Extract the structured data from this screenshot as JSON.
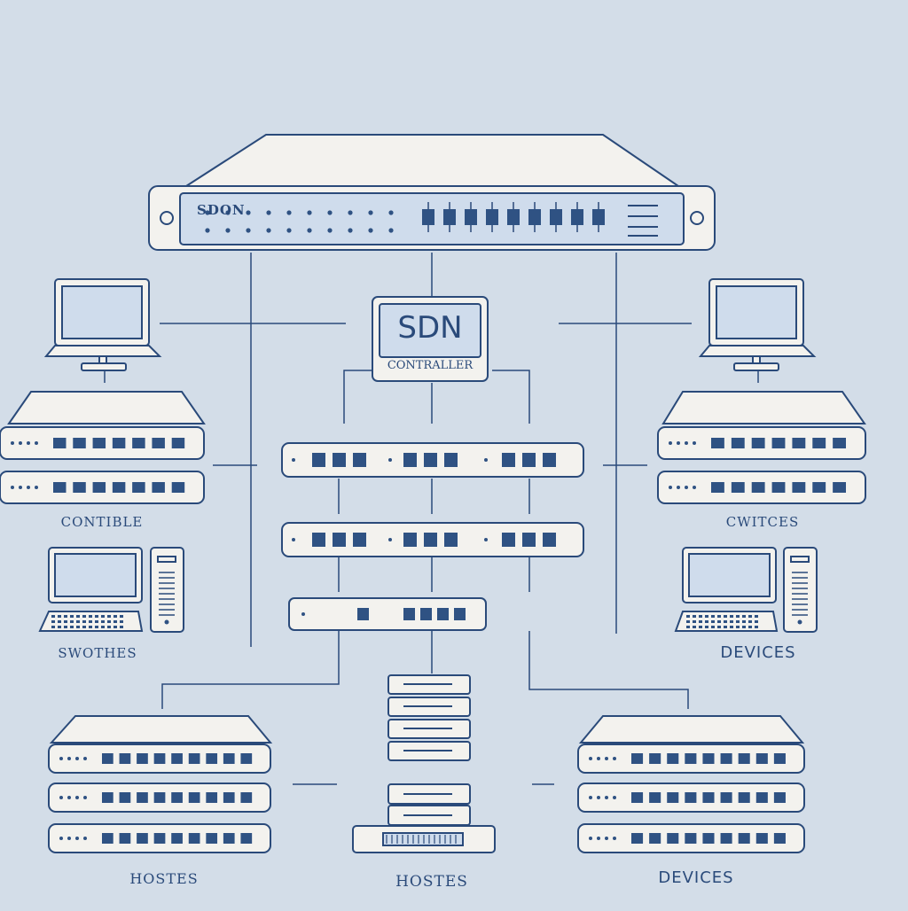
{
  "diagram": {
    "top_device_label": "SDON",
    "controller": {
      "title": "SDN",
      "subtitle": "CONTRALLER"
    },
    "labels": {
      "left_upper": "CONTIBLE",
      "left_lower": "SWOTHES",
      "right_upper": "CWITCES",
      "right_lower": "DEVICES",
      "bottom_left": "HOSTES",
      "bottom_center": "HOSTES",
      "bottom_right": "DEVICES"
    }
  },
  "colors": {
    "background": "#d3dde8",
    "stroke": "#2a4a7a",
    "device_fill": "#f3f2ee",
    "screen_fill": "#cfdcec",
    "port_fill": "#2f5283"
  }
}
